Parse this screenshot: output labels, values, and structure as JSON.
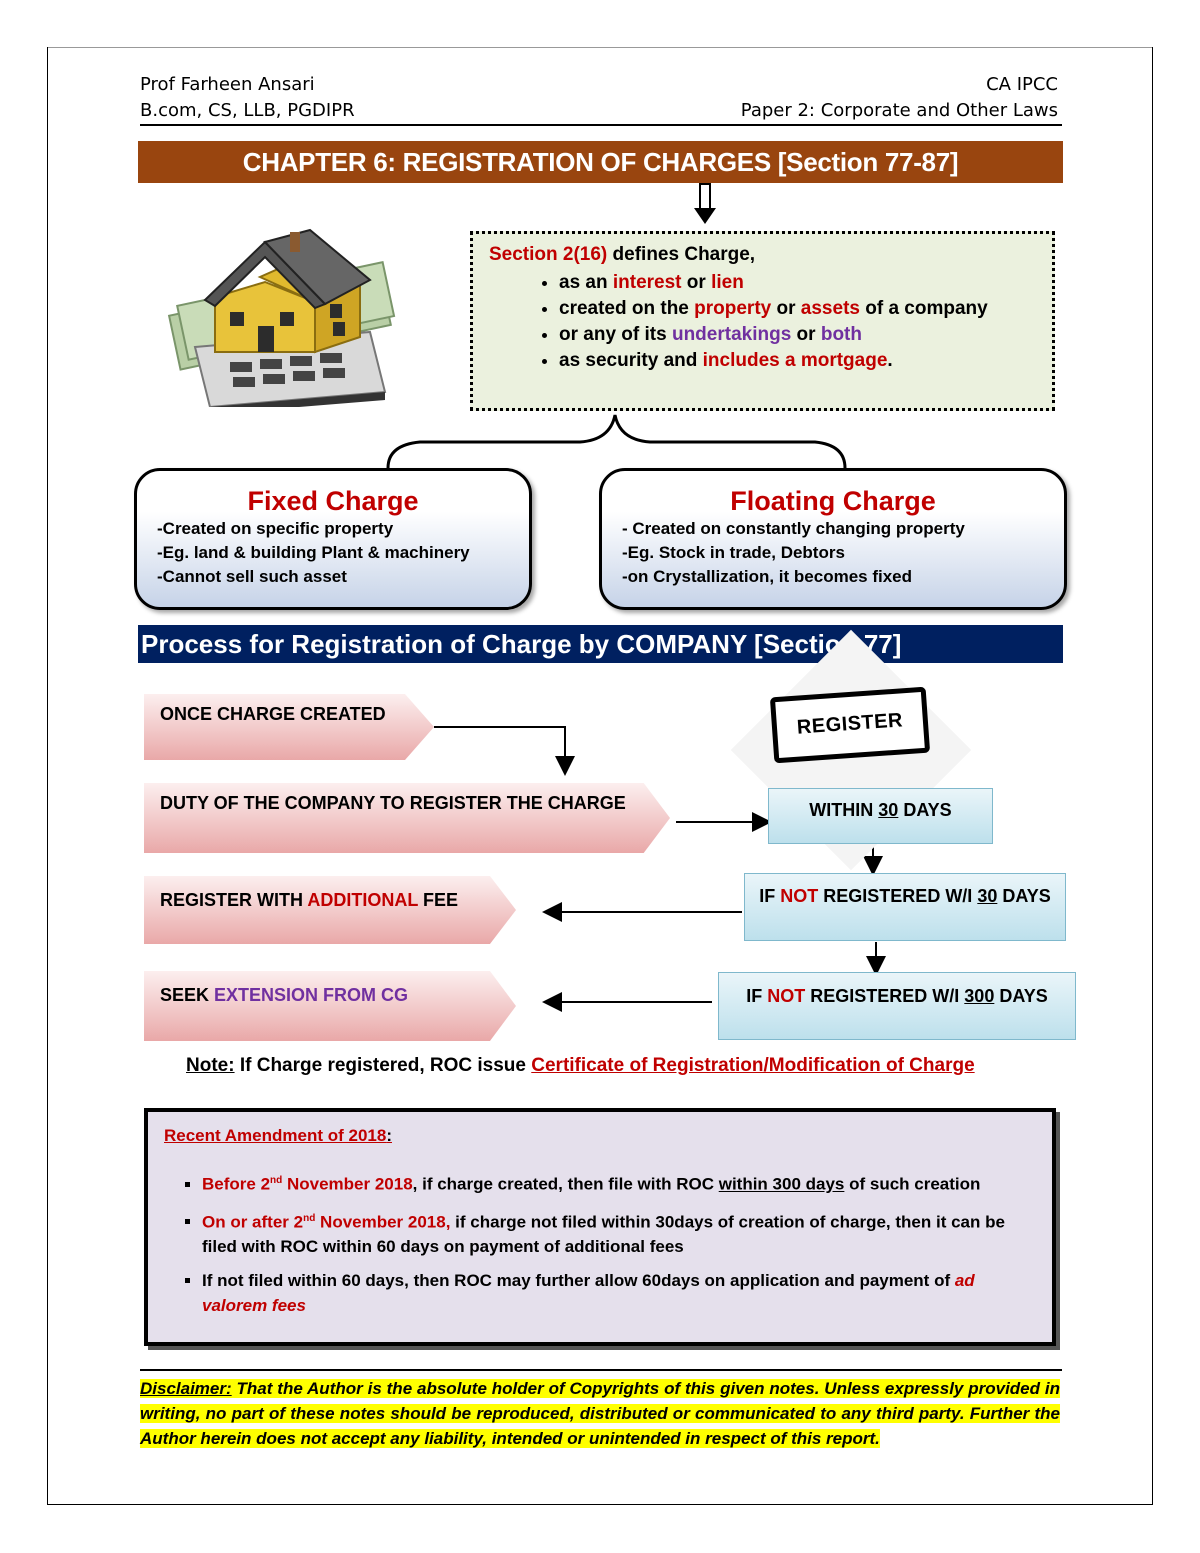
{
  "header": {
    "author_name": "Prof Farheen Ansari",
    "author_quals": "B.com, CS, LLB, PGDIPR",
    "course": "CA IPCC",
    "paper": "Paper 2: Corporate and Other Laws"
  },
  "chapter_title": "CHAPTER 6: REGISTRATION OF CHARGES [Section 77-87]",
  "illustration": {
    "icon": "house-money-calculator-icon"
  },
  "definition": {
    "section": "Section 2(16)",
    "defines": " defines Charge,",
    "b1": {
      "pre": "as an ",
      "interest": "interest",
      "or": " or ",
      "lien": "lien"
    },
    "b2": {
      "pre": "created on the ",
      "property": "property",
      "or": " or  ",
      "assets": "assets",
      "post": " of a company"
    },
    "b3": {
      "pre": "or any of its ",
      "undertakings": "undertakings",
      "or": " or ",
      "both": "both"
    },
    "b4": {
      "pre": "as security and ",
      "mortgage": "includes a mortgage",
      "post": "."
    }
  },
  "fixed_charge": {
    "title": "Fixed Charge",
    "points": [
      "-Created on specific property",
      "-Eg. land & building Plant & machinery",
      "-Cannot sell such asset"
    ]
  },
  "floating_charge": {
    "title": "Floating Charge",
    "points": [
      "- Created on constantly changing property",
      "-Eg. Stock in trade, Debtors",
      "-on Crystallization, it becomes fixed"
    ]
  },
  "process_title": "Process for Registration of Charge by COMPANY [Section 77]",
  "flow": {
    "step1": "ONCE CHARGE CREATED",
    "step2": "DUTY OF THE COMPANY TO REGISTER THE CHARGE",
    "step3": {
      "pre": "REGISTER WITH ",
      "highlight": "ADDITIONAL",
      "post": " FEE"
    },
    "step4": {
      "pre": "SEEK ",
      "highlight": "EXTENSION FROM CG"
    },
    "stamp": "REGISTER",
    "within": {
      "pre": "WITHIN ",
      "num": "30",
      "post": " DAYS"
    },
    "not30": {
      "pre": "IF ",
      "not": "NOT",
      "mid": " REGISTERED W/I ",
      "num": "30",
      "post": " DAYS"
    },
    "not300": {
      "pre": "IF ",
      "not": "NOT",
      "mid": " REGISTERED W/I ",
      "num": "300",
      "post": " DAYS"
    }
  },
  "note": {
    "label": "Note:",
    "text": " If Charge registered, ROC issue ",
    "link": "Certificate of Registration/Modification of Charge"
  },
  "amendment": {
    "title": "Recent Amendment of 2018",
    "colon": ":",
    "i1": {
      "red": "Before 2",
      "sup": "nd",
      "red2": " November 2018",
      "t1": ", if charge created, then file with ROC ",
      "u": "within 300 days",
      "t2": " of such creation"
    },
    "i2": {
      "red": "On or after 2",
      "sup": "nd",
      "red2": " November 2018,",
      "t1": " if charge not filed within 30days of creation of charge, then it can be filed with ROC within 60  days on payment of additional fees"
    },
    "i3": {
      "t1": "If not filed within 60 days, then ROC may further allow 60days on application and payment of ",
      "red": "ad valorem fees"
    }
  },
  "disclaimer": {
    "label": "Disclaimer:",
    "text": " That the Author is the absolute holder of Copyrights of this given notes. Unless expressly provided in writing, no part of these notes should be reproduced, distributed or communicated to any third party. Further the Author herein does not accept any liability, intended or unintended in respect of this report."
  },
  "colors": {
    "chapter_bar": "#99450F",
    "process_bar": "#002060",
    "red": "#C00000",
    "purple": "#7030A0",
    "highlight": "#FFFF00"
  }
}
